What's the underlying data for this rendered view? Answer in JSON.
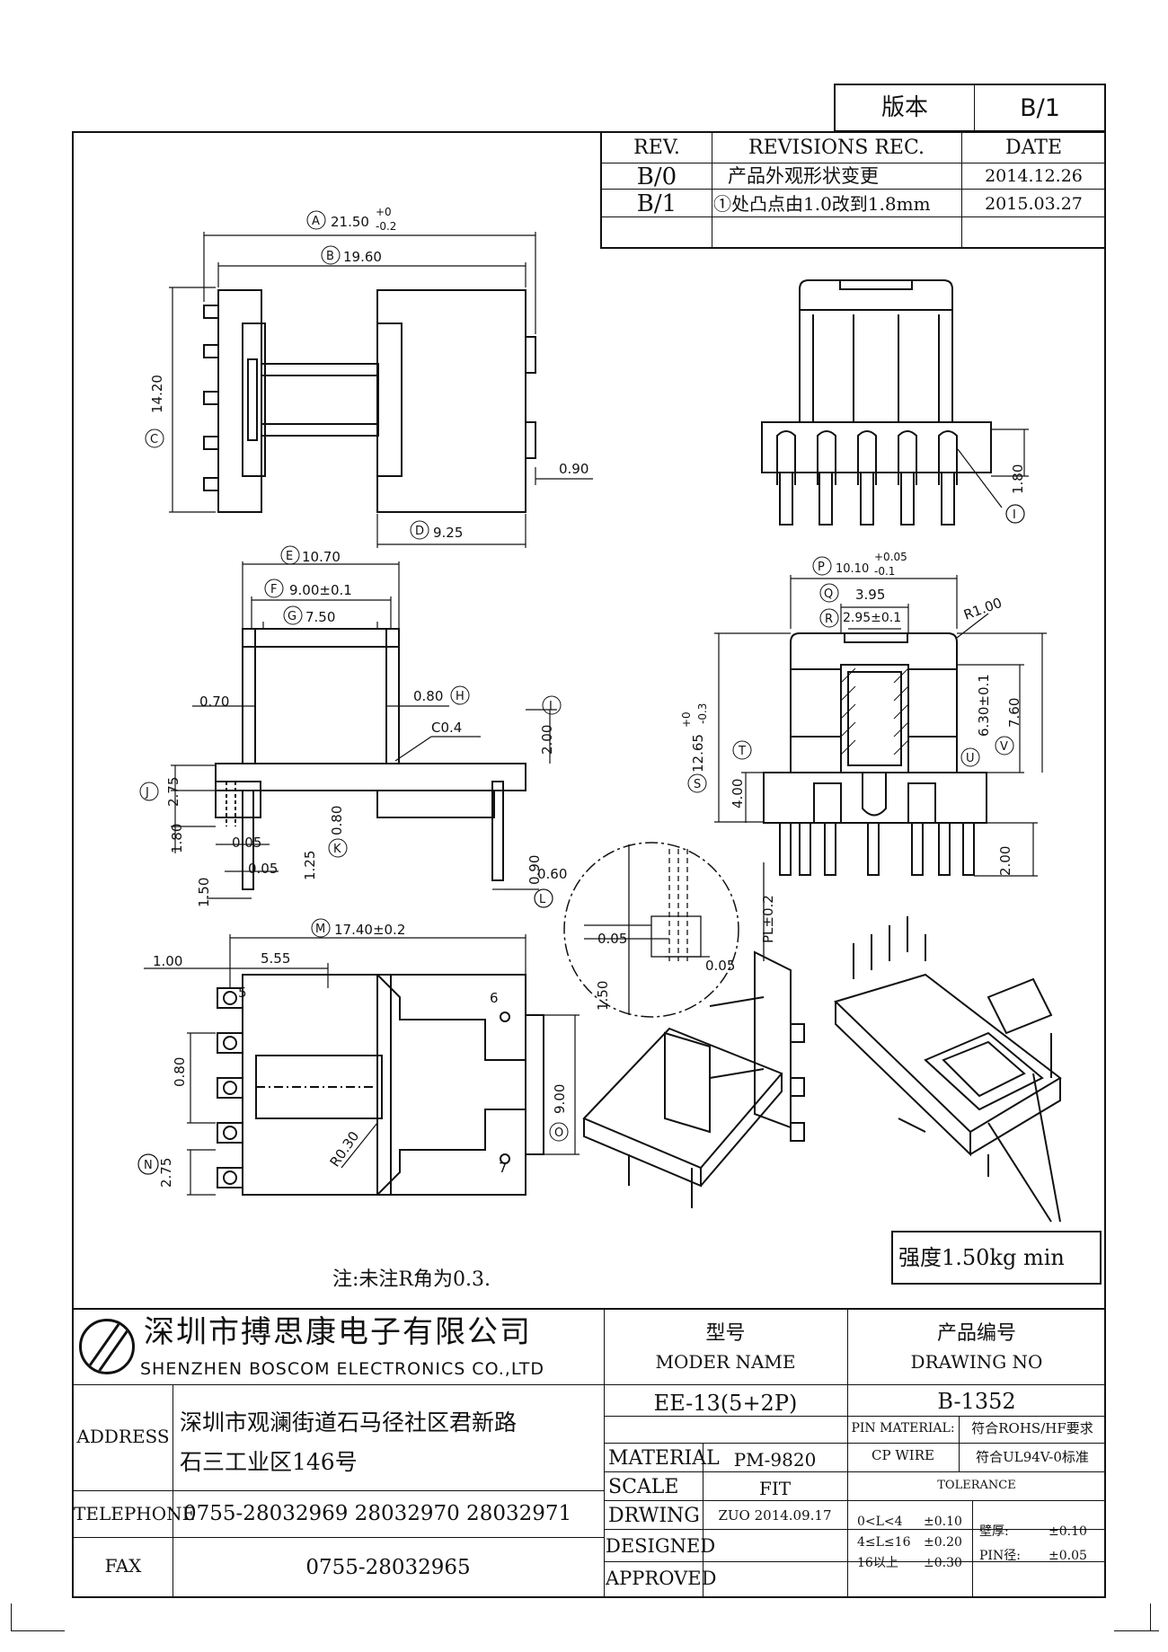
{
  "version_block": {
    "label": "版本",
    "value": "B/1"
  },
  "revisions": {
    "headers": {
      "rev": "REV.",
      "rec": "REVISIONS REC.",
      "date": "DATE"
    },
    "rows": [
      {
        "rev": "B/0",
        "rec": "产品外观形状变更",
        "date": "2014.12.26"
      },
      {
        "rev": "B/1",
        "rec": "①处凸点由1.0改到1.8mm",
        "date": "2015.03.27"
      }
    ]
  },
  "dimensions": {
    "A": "21.50+0-0.2",
    "A_val": "21.50",
    "A_tol_up": "+0",
    "A_tol_dn": "-0.2",
    "B": "19.60",
    "C": "14.20",
    "D": "9.25",
    "d090": "0.90",
    "E": "10.70",
    "F": "9.00±0.1",
    "G": "7.50",
    "H": "0.80",
    "d070": "0.70",
    "I": "2.00",
    "c04": "C0.4",
    "J": "2.75",
    "K": "0.80",
    "d180": "1.80",
    "d005a": "0.05",
    "d005b": "0.05",
    "d125": "1.25",
    "d150": "1.50",
    "L_090": "0.90",
    "L_060": "0.60",
    "P_val": "10.10",
    "P_tol_up": "+0.05",
    "P_tol_dn": "-0.1",
    "Q": "3.95",
    "R": "2.95±0.1",
    "R100": "R1.00",
    "S_val": "12.65",
    "S_tol_up": "+0",
    "S_tol_dn": "-0.3",
    "T": "4.00",
    "U": "6.30±0.1",
    "V": "7.60",
    "d200": "2.00",
    "top_right_180": "1.80",
    "M": "17.40±0.2",
    "d555": "5.55",
    "d100": "1.00",
    "d080": "0.80",
    "N": "2.75",
    "O": "9.00",
    "R030": "R0.30",
    "pin5": "5",
    "pin6": "6",
    "pin7": "7",
    "detail_005a": "0.05",
    "detail_005b": "0.05",
    "detail_150": "1.50",
    "detail_pl": "PL±0.2"
  },
  "note": "注:未注R角为0.3.",
  "strength": "强度1.50kg min",
  "title_block": {
    "company_cn": "深圳市搏思康电子有限公司",
    "company_en": "SHENZHEN BOSCOM ELECTRONICS CO.,LTD",
    "model_label_cn": "型号",
    "model_label_en": "MODER NAME",
    "model_value": "EE-13(5+2P)",
    "drawing_label_cn": "产品编号",
    "drawing_label_en": "DRAWING NO",
    "drawing_value": "B-1352",
    "address_label": "ADDRESS",
    "address_line1": "深圳市观澜街道石马径社区君新路",
    "address_line2": "石三工业区146号",
    "telephone_label": "TELEPHONE",
    "telephone_value": "0755-28032969 28032970 28032971",
    "fax_label": "FAX",
    "fax_value": "0755-28032965",
    "material_label": "MATERIAL",
    "material_value": "PM-9820",
    "scale_label": "SCALE",
    "scale_value": "FIT",
    "drawing_by_label": "DRWING",
    "drawing_by_value": "ZUO 2014.09.17",
    "designed_label": "DESIGNED",
    "approved_label": "APPROVED",
    "pin_material_label": "PIN MATERIAL:",
    "pin_material_value": "CP WIRE",
    "rohs": "符合ROHS/HF要求",
    "ul": "符合UL94V-0标准",
    "tolerance_label": "TOLERANCE",
    "tolerances": [
      {
        "range": "0<L<4",
        "value": "±0.10"
      },
      {
        "range": "4≤L≤16",
        "value": "±0.20"
      },
      {
        "range": "16以上",
        "value": "±0.30"
      }
    ],
    "wall_label": "壁厚:",
    "wall_value": "±0.10",
    "pin_dia_label": "PIN径:",
    "pin_dia_value": "±0.05"
  }
}
